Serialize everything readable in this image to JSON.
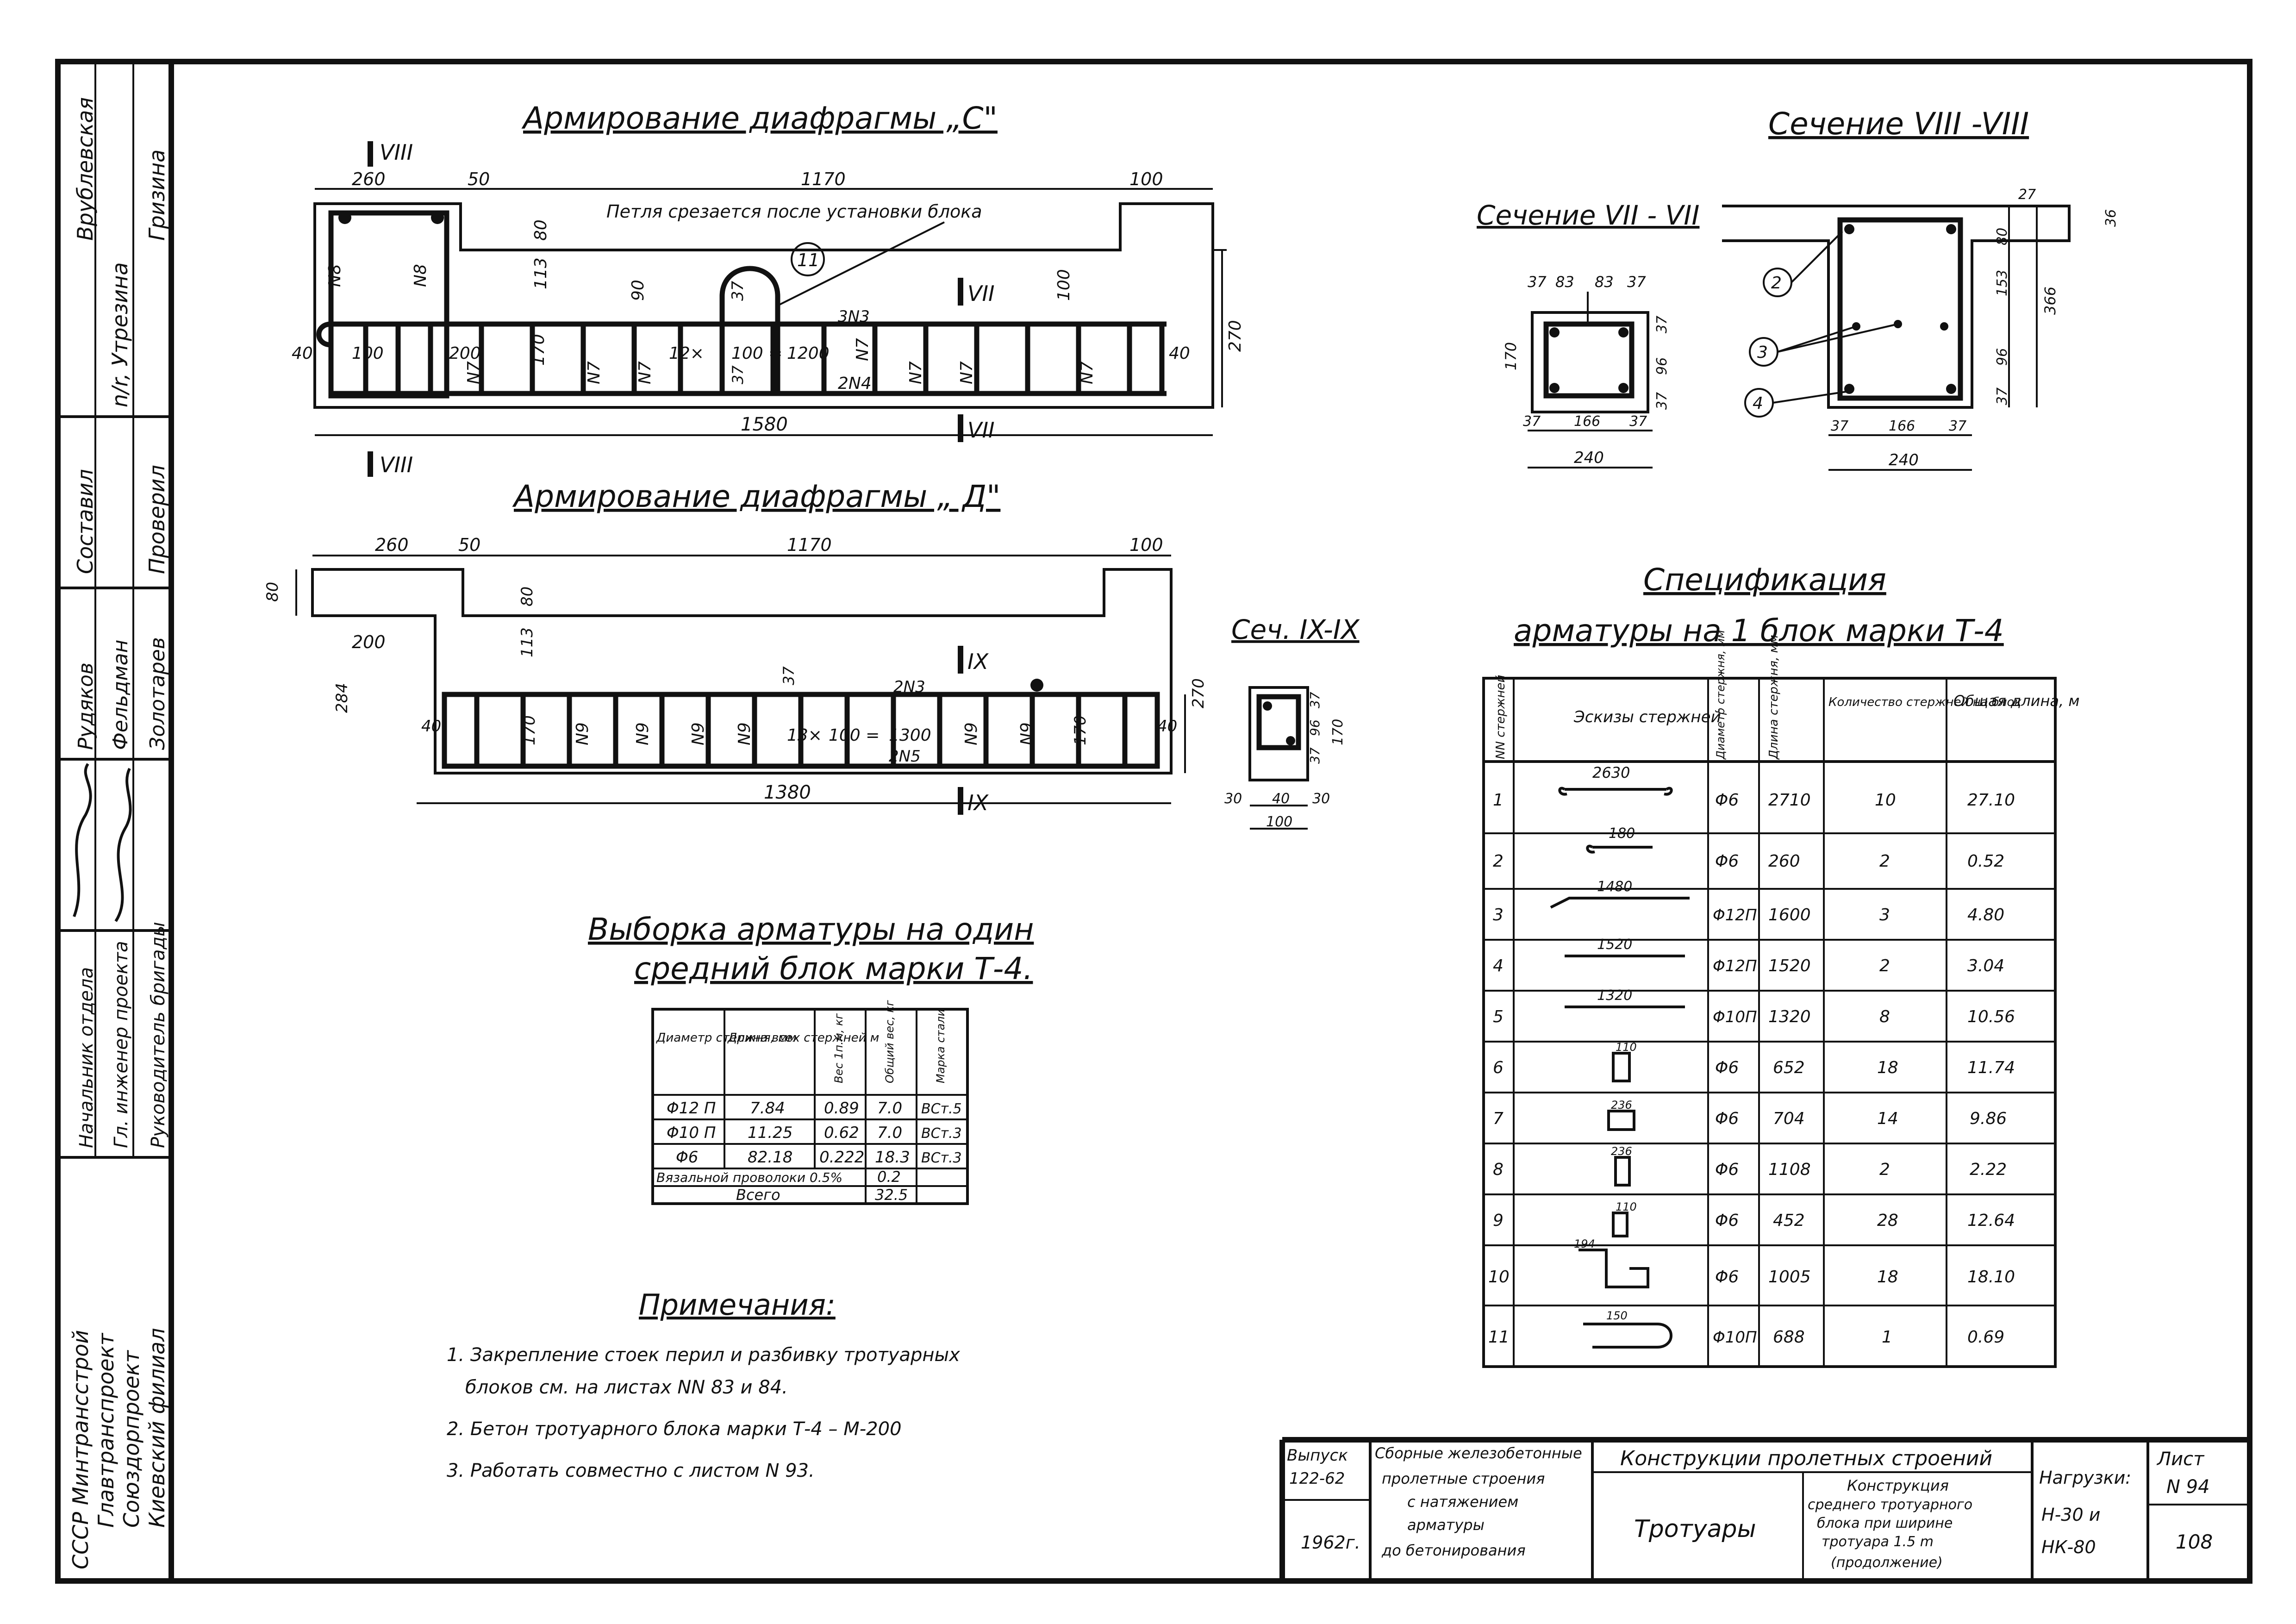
{
  "side_stamp": {
    "names_top": [
      "Врублевская",
      "Гризина"
    ],
    "signature_top": "n/r, Утрезина",
    "roles_mid": [
      "Составил",
      "Проверил"
    ],
    "names_mid": [
      "Рудяков",
      "Фельдман",
      "Золотарев"
    ],
    "roles_bottom": [
      "Начальник отдела",
      "Гл. инженер проекта",
      "Руководитель бригады"
    ],
    "org": [
      "СССР Минтрансстрой",
      "Главтранспроект",
      "Союздорпроект",
      "Киевский филиал"
    ]
  },
  "diaphragm_c": {
    "title": "Армирование диафрагмы „С\"",
    "note": "Петля срезается после установки блока",
    "callout": "11",
    "section_marks": [
      "VIII",
      "VIII",
      "VII",
      "VII"
    ],
    "dims": [
      "260",
      "50",
      "1170",
      "100",
      "80",
      "113",
      "90",
      "37",
      "100",
      "270",
      "40",
      "100",
      "200",
      "170",
      "12×",
      "100 =",
      "1200",
      "40",
      "1580",
      "37"
    ],
    "bars": [
      "N8",
      "N8",
      "N7",
      "N7",
      "N7",
      "N7",
      "N7",
      "N7",
      "N7",
      "2N4",
      "3N3"
    ]
  },
  "diaphragm_d": {
    "title": "Армирование диафрагмы „ Д\"",
    "section_marks": [
      "IX",
      "IX"
    ],
    "dims": [
      "260",
      "50",
      "1170",
      "100",
      "80",
      "80",
      "113",
      "200",
      "284",
      "40",
      "170",
      "13×",
      "100 =",
      "1300",
      "37",
      "170",
      "40",
      "270",
      "1380"
    ],
    "bars": [
      "N9",
      "N9",
      "N9",
      "N9",
      "N9",
      "N9",
      "2N3",
      "2N5"
    ]
  },
  "section_ix": {
    "title": "Сеч. IX-IX",
    "dims": [
      "37",
      "96",
      "37",
      "170",
      "30",
      "40",
      "30",
      "100"
    ]
  },
  "section_vii": {
    "title": "Сечение VII - VII",
    "dims": [
      "37",
      "83",
      "83",
      "37",
      "170",
      "37",
      "96",
      "37",
      "37",
      "166",
      "37",
      "240"
    ]
  },
  "section_viii": {
    "title": "Сечение VIII -VIII",
    "dims": [
      "27",
      "36",
      "80",
      "153",
      "366",
      "96",
      "37",
      "37",
      "166",
      "37",
      "240"
    ],
    "callouts": [
      "2",
      "3",
      "4"
    ]
  },
  "selection": {
    "title_line1": "Выборка арматуры на один",
    "title_line2": "средний блок марки Т-4.",
    "headers": [
      "Диаметр стержня, мм",
      "Длина всех стержней м",
      "Вес 1п.м, кг",
      "Общий вес, кг",
      "Марка стали"
    ],
    "rows": [
      [
        "Φ12 П",
        "7.84",
        "0.89",
        "7.0",
        "ВСт.5"
      ],
      [
        "Φ10 П",
        "11.25",
        "0.62",
        "7.0",
        "ВСт.3"
      ],
      [
        "Φ6",
        "82.18",
        "0.222",
        "18.3",
        "ВСт.3"
      ]
    ],
    "wire_label": "Вязальной проволоки 0.5%",
    "wire_value": "0.2",
    "total_label": "Всего",
    "total_value": "32.5"
  },
  "notes": {
    "title": "Примечания:",
    "items": [
      "1. Закрепление стоек перил и разбивку тротуарных",
      "блоков см. на листах NN 83 и 84.",
      "2. Бетон тротуарного блока марки Т-4 – М-200",
      "3. Работать совместно с листом N 93."
    ]
  },
  "spec": {
    "title_line1": "Спецификация",
    "title_line2": "арматуры на 1 блок марки Т-4",
    "headers": [
      "NN стержней",
      "Эскизы стержней",
      "Диаметр стержня, мм",
      "Длина стержня, мм",
      "Количество стержней на блок",
      "Общая длина, м"
    ],
    "sketch_labels": [
      "2630",
      "180",
      "1480",
      "1520",
      "1320",
      "110",
      "236",
      "236",
      "110",
      "194",
      "150"
    ],
    "rows": [
      [
        "1",
        "Φ6",
        "2710",
        "10",
        "27.10"
      ],
      [
        "2",
        "Φ6",
        "260",
        "2",
        "0.52"
      ],
      [
        "3",
        "Φ12П",
        "1600",
        "3",
        "4.80"
      ],
      [
        "4",
        "Φ12П",
        "1520",
        "2",
        "3.04"
      ],
      [
        "5",
        "Φ10П",
        "1320",
        "8",
        "10.56"
      ],
      [
        "6",
        "Φ6",
        "652",
        "18",
        "11.74"
      ],
      [
        "7",
        "Φ6",
        "704",
        "14",
        "9.86"
      ],
      [
        "8",
        "Φ6",
        "1108",
        "2",
        "2.22"
      ],
      [
        "9",
        "Φ6",
        "452",
        "28",
        "12.64"
      ],
      [
        "10",
        "Φ6",
        "1005",
        "18",
        "18.10"
      ],
      [
        "11",
        "Φ10П",
        "688",
        "1",
        "0.69"
      ]
    ]
  },
  "title_block": {
    "issue_label": "Выпуск",
    "issue": "122-62",
    "year": "1962г.",
    "series": [
      "Сборные железобетонные",
      "пролетные строения",
      "с натяжением",
      "арматуры",
      "до бетонирования"
    ],
    "section": "Конструкции пролетных строений",
    "subject": "Тротуары",
    "description": [
      "Конструкция",
      "среднего тротуарного",
      "блока при ширине",
      "тротуара 1.5 m",
      "(продолжение)"
    ],
    "loads_label": "Нагрузки:",
    "loads": [
      "Н-30 и",
      "НК-80"
    ],
    "sheet_label": "Лист",
    "sheet_no": "N 94",
    "page": "108"
  }
}
